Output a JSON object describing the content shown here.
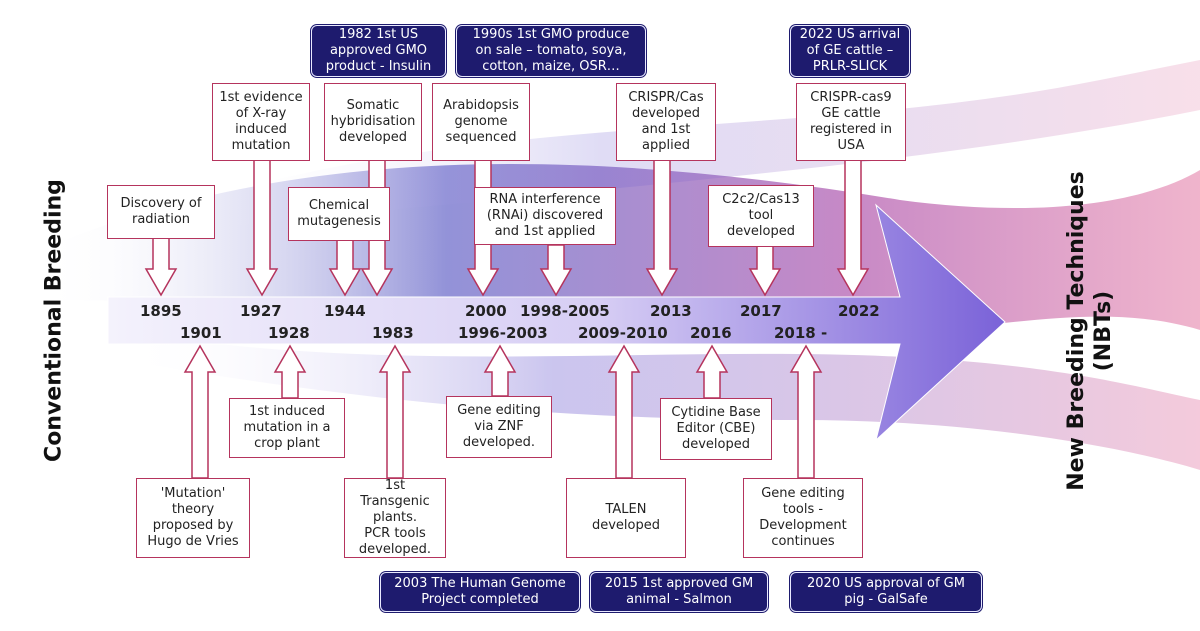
{
  "side_labels": {
    "left": "Conventional Breeding",
    "right_line1": "New Breeding Techniques",
    "right_line2": "(NBTs)"
  },
  "years_top": [
    "1895",
    "1927",
    "1944",
    "2000",
    "1998-2005",
    "2013",
    "2017",
    "2022"
  ],
  "years_bottom": [
    "1901",
    "1928",
    "1983",
    "1996-2003",
    "2009-2010",
    "2016",
    "2018 -"
  ],
  "top_events": [
    "Discovery of\nradiation",
    "1st evidence\nof X-ray\ninduced\nmutation",
    "Chemical\nmutagenesis",
    "Somatic\nhybridisation\ndeveloped",
    "Arabidopsis\ngenome\nsequenced",
    "RNA interference\n(RNAi) discovered\nand 1st applied",
    "CRISPR/Cas\ndeveloped\nand 1st\napplied",
    "C2c2/Cas13\ntool\ndeveloped",
    "CRISPR-cas9\nGE cattle\nregistered in\nUSA"
  ],
  "bottom_events": [
    "'Mutation'\ntheory\nproposed by\nHugo de Vries",
    "1st induced\nmutation in a\ncrop plant",
    "1st Transgenic\nplants.\nPCR tools\ndeveloped.",
    "Gene editing\nvia ZNF\ndeveloped.",
    "TALEN\ndeveloped",
    "Cytidine Base\nEditor (CBE)\ndeveloped",
    "Gene editing\ntools -\nDevelopment\ncontinues"
  ],
  "highlights_top": [
    "1982 1st US\napproved GMO\nproduct - Insulin",
    "1990s 1st GMO produce\non sale – tomato,  soya,\ncotton, maize, OSR…",
    "2022 US arrival\nof GE cattle –\nPRLR-SLICK"
  ],
  "highlights_bottom": [
    "2003 The Human Genome\nProject completed",
    "2015 1st approved GM\nanimal - Salmon",
    "2020 US approval of GM\npig - GalSafe"
  ],
  "colors": {
    "box_border": "#b5345d",
    "dark_box": "#1e1b6e",
    "arrow_light": "#ece8fa",
    "arrow_dark": "#7a62d8"
  }
}
